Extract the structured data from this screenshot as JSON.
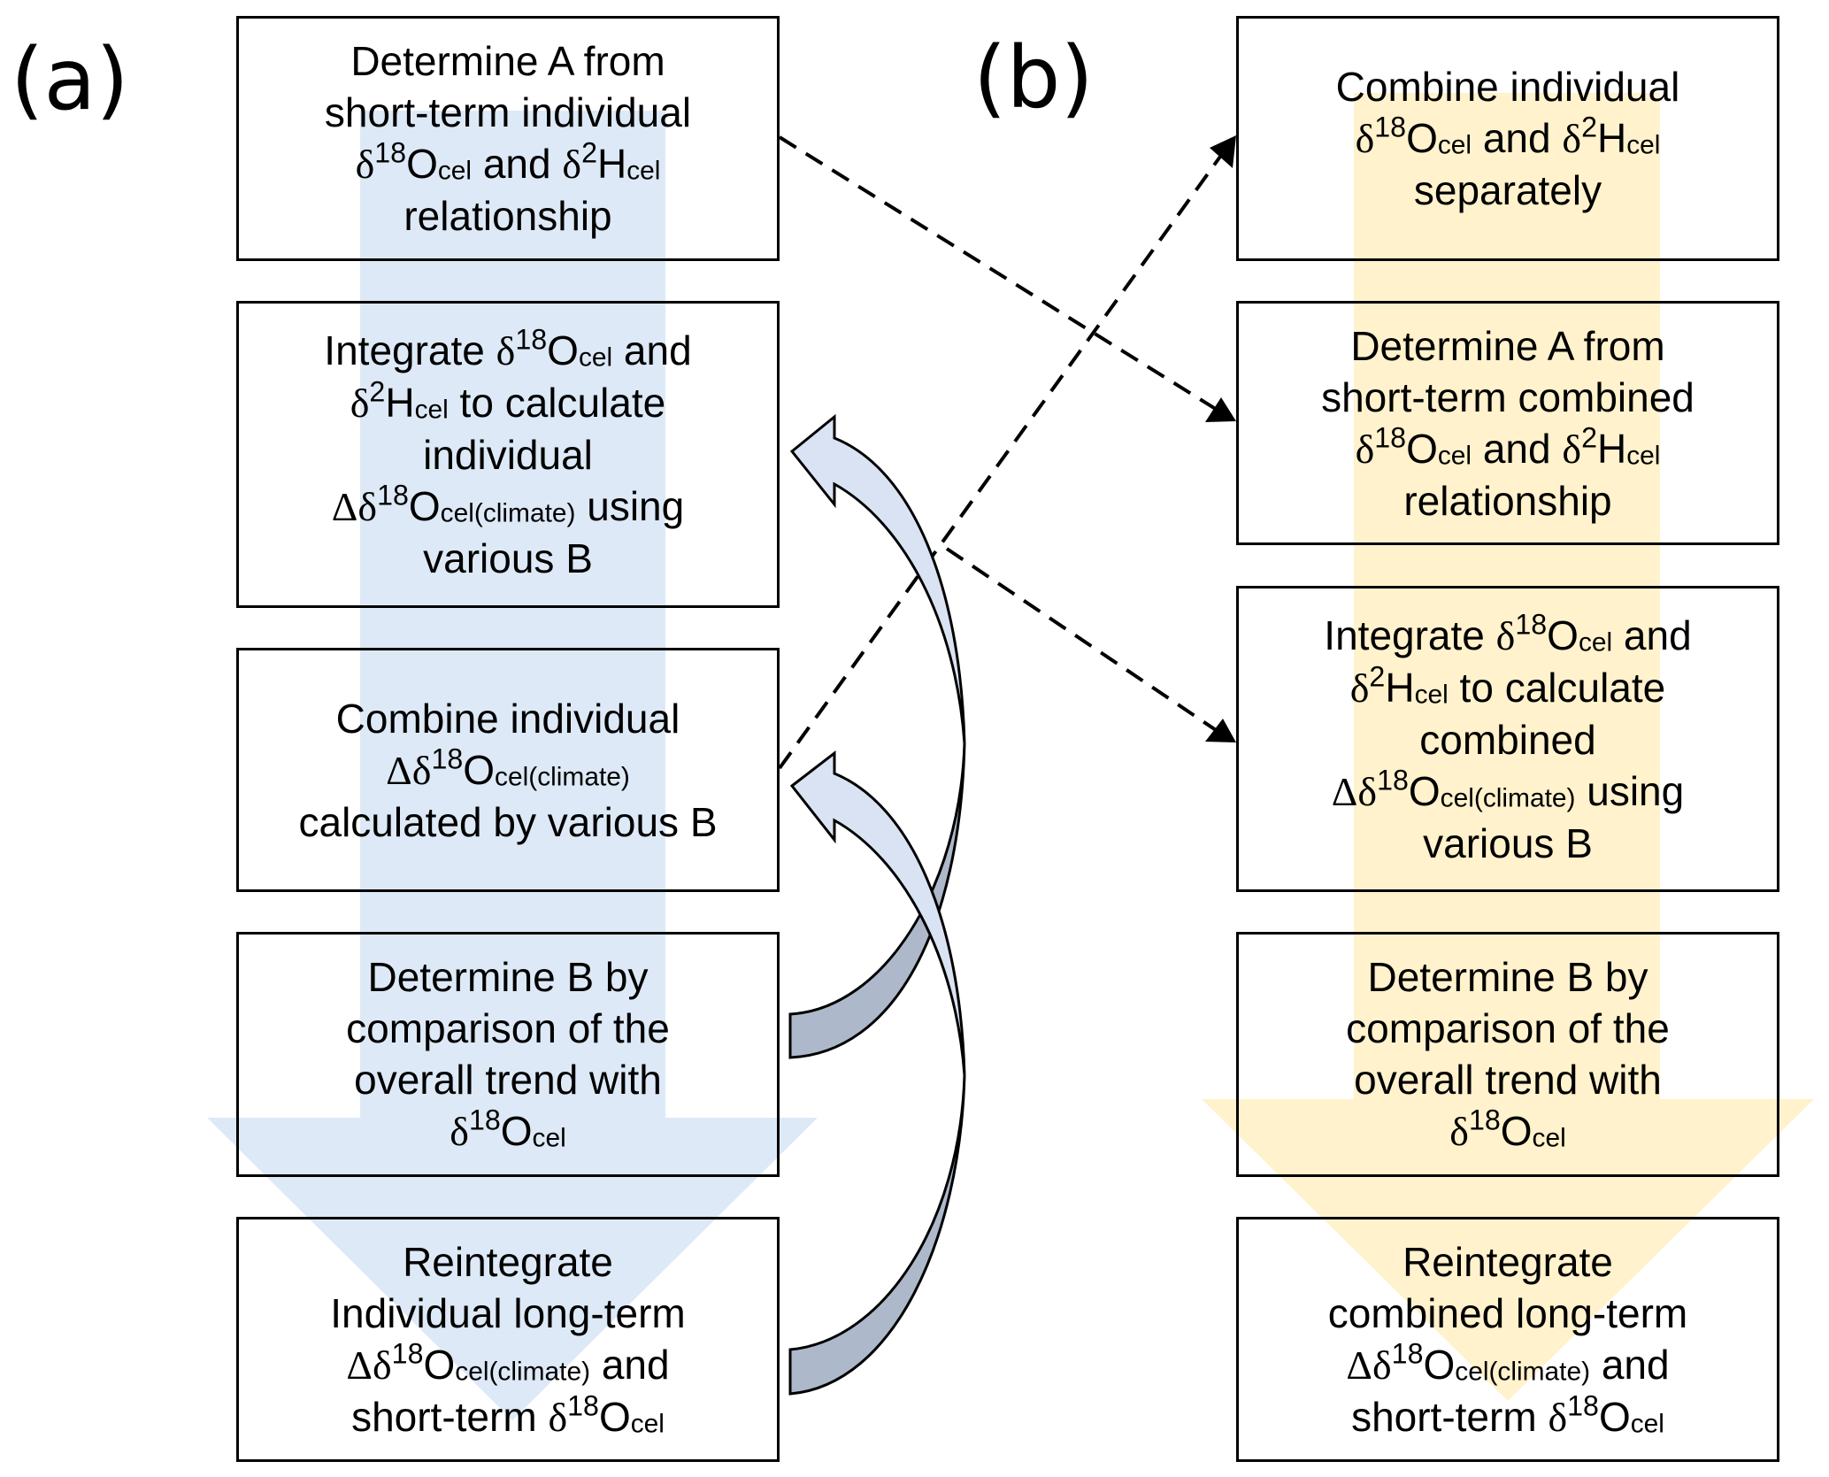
{
  "panels": [
    {
      "label": "(a)",
      "theme": "individual",
      "flow_arrow_color": "#dde9f6",
      "boxes": [
        {
          "lines": [
            [
              {
                "t": "Determine A from"
              }
            ],
            [
              {
                "t": "short-term individual"
              }
            ],
            [
              {
                "t": "δ",
                "s": "greek"
              },
              {
                "t": "18",
                "s": "sup"
              },
              {
                "t": "O"
              },
              {
                "t": "cel",
                "s": "sub"
              },
              {
                "t": " and "
              },
              {
                "t": "δ",
                "s": "greek"
              },
              {
                "t": "2",
                "s": "sup"
              },
              {
                "t": "H"
              },
              {
                "t": "cel",
                "s": "sub"
              }
            ],
            [
              {
                "t": "relationship"
              }
            ]
          ]
        },
        {
          "lines": [
            [
              {
                "t": "Integrate "
              },
              {
                "t": "δ",
                "s": "greek"
              },
              {
                "t": "18",
                "s": "sup"
              },
              {
                "t": "O"
              },
              {
                "t": "cel",
                "s": "sub"
              },
              {
                "t": " and"
              }
            ],
            [
              {
                "t": "δ",
                "s": "greek"
              },
              {
                "t": "2",
                "s": "sup"
              },
              {
                "t": "H"
              },
              {
                "t": "cel",
                "s": "sub"
              },
              {
                "t": " to calculate"
              }
            ],
            [
              {
                "t": "individual"
              }
            ],
            [
              {
                "t": "Δδ",
                "s": "greek"
              },
              {
                "t": "18",
                "s": "sup"
              },
              {
                "t": "O"
              },
              {
                "t": "cel(climate)",
                "s": "sub"
              },
              {
                "t": " using"
              }
            ],
            [
              {
                "t": "various B"
              }
            ]
          ]
        },
        {
          "lines": [
            [
              {
                "t": "Combine individual"
              }
            ],
            [
              {
                "t": "Δδ",
                "s": "greek"
              },
              {
                "t": "18",
                "s": "sup"
              },
              {
                "t": "O"
              },
              {
                "t": "cel(climate)",
                "s": "sub"
              }
            ],
            [
              {
                "t": "calculated by various B"
              }
            ]
          ]
        },
        {
          "lines": [
            [
              {
                "t": "Determine B by"
              }
            ],
            [
              {
                "t": "comparison of the"
              }
            ],
            [
              {
                "t": "overall trend with"
              }
            ],
            [
              {
                "t": "δ",
                "s": "greek"
              },
              {
                "t": "18",
                "s": "sup"
              },
              {
                "t": "O"
              },
              {
                "t": "cel",
                "s": "sub"
              }
            ]
          ]
        },
        {
          "lines": [
            [
              {
                "t": "Reintegrate"
              }
            ],
            [
              {
                "t": "Individual long-term"
              }
            ],
            [
              {
                "t": "Δδ",
                "s": "greek"
              },
              {
                "t": "18",
                "s": "sup"
              },
              {
                "t": "O"
              },
              {
                "t": "cel(climate)",
                "s": "sub"
              },
              {
                "t": " and"
              }
            ],
            [
              {
                "t": "short-term "
              },
              {
                "t": "δ",
                "s": "greek"
              },
              {
                "t": "18",
                "s": "sup"
              },
              {
                "t": "O"
              },
              {
                "t": "cel",
                "s": "sub"
              }
            ]
          ]
        }
      ]
    },
    {
      "label": "(b)",
      "theme": "combined",
      "flow_arrow_color": "#fff2cc",
      "boxes": [
        {
          "lines": [
            [
              {
                "t": "Combine individual"
              }
            ],
            [
              {
                "t": "δ",
                "s": "greek"
              },
              {
                "t": "18",
                "s": "sup"
              },
              {
                "t": "O"
              },
              {
                "t": "cel",
                "s": "sub"
              },
              {
                "t": " and "
              },
              {
                "t": "δ",
                "s": "greek"
              },
              {
                "t": "2",
                "s": "sup"
              },
              {
                "t": "H"
              },
              {
                "t": "cel",
                "s": "sub"
              }
            ],
            [
              {
                "t": "separately"
              }
            ]
          ]
        },
        {
          "lines": [
            [
              {
                "t": "Determine A from"
              }
            ],
            [
              {
                "t": "short-term combined"
              }
            ],
            [
              {
                "t": "δ",
                "s": "greek"
              },
              {
                "t": "18",
                "s": "sup"
              },
              {
                "t": "O"
              },
              {
                "t": "cel",
                "s": "sub"
              },
              {
                "t": " and "
              },
              {
                "t": "δ",
                "s": "greek"
              },
              {
                "t": "2",
                "s": "sup"
              },
              {
                "t": "H"
              },
              {
                "t": "cel",
                "s": "sub"
              }
            ],
            [
              {
                "t": "relationship"
              }
            ]
          ]
        },
        {
          "lines": [
            [
              {
                "t": "Integrate "
              },
              {
                "t": "δ",
                "s": "greek"
              },
              {
                "t": "18",
                "s": "sup"
              },
              {
                "t": "O"
              },
              {
                "t": "cel",
                "s": "sub"
              },
              {
                "t": " and"
              }
            ],
            [
              {
                "t": "δ",
                "s": "greek"
              },
              {
                "t": "2",
                "s": "sup"
              },
              {
                "t": "H"
              },
              {
                "t": "cel",
                "s": "sub"
              },
              {
                "t": " to calculate"
              }
            ],
            [
              {
                "t": "combined"
              }
            ],
            [
              {
                "t": "Δδ",
                "s": "greek"
              },
              {
                "t": "18",
                "s": "sup"
              },
              {
                "t": "O"
              },
              {
                "t": "cel(climate)",
                "s": "sub"
              },
              {
                "t": " using"
              }
            ],
            [
              {
                "t": "various B"
              }
            ]
          ]
        },
        {
          "lines": [
            [
              {
                "t": "Determine B by"
              }
            ],
            [
              {
                "t": "comparison of the"
              }
            ],
            [
              {
                "t": "overall trend with"
              }
            ],
            [
              {
                "t": "δ",
                "s": "greek"
              },
              {
                "t": "18",
                "s": "sup"
              },
              {
                "t": "O"
              },
              {
                "t": "cel",
                "s": "sub"
              }
            ]
          ]
        },
        {
          "lines": [
            [
              {
                "t": "Reintegrate"
              }
            ],
            [
              {
                "t": "combined long-term"
              }
            ],
            [
              {
                "t": "Δδ",
                "s": "greek"
              },
              {
                "t": "18",
                "s": "sup"
              },
              {
                "t": "O"
              },
              {
                "t": "cel(climate)",
                "s": "sub"
              },
              {
                "t": " and"
              }
            ],
            [
              {
                "t": "short-term "
              },
              {
                "t": "δ",
                "s": "greek"
              },
              {
                "t": "18",
                "s": "sup"
              },
              {
                "t": "O"
              },
              {
                "t": "cel",
                "s": "sub"
              }
            ]
          ]
        }
      ]
    }
  ],
  "connectors": {
    "dashed_mappings": [
      {
        "from": "a.box1",
        "to": "b.box2"
      },
      {
        "from": "a.box2",
        "to": "b.box3"
      },
      {
        "from": "a.box3",
        "to": "b.box1"
      }
    ],
    "feedback_arrows": [
      {
        "from": "a.box4",
        "to": "a.box2"
      },
      {
        "from": "a.box5",
        "to": "a.box3"
      }
    ],
    "feedback_front_color": "#dae3f3",
    "feedback_back_color": "#adb9ca"
  }
}
